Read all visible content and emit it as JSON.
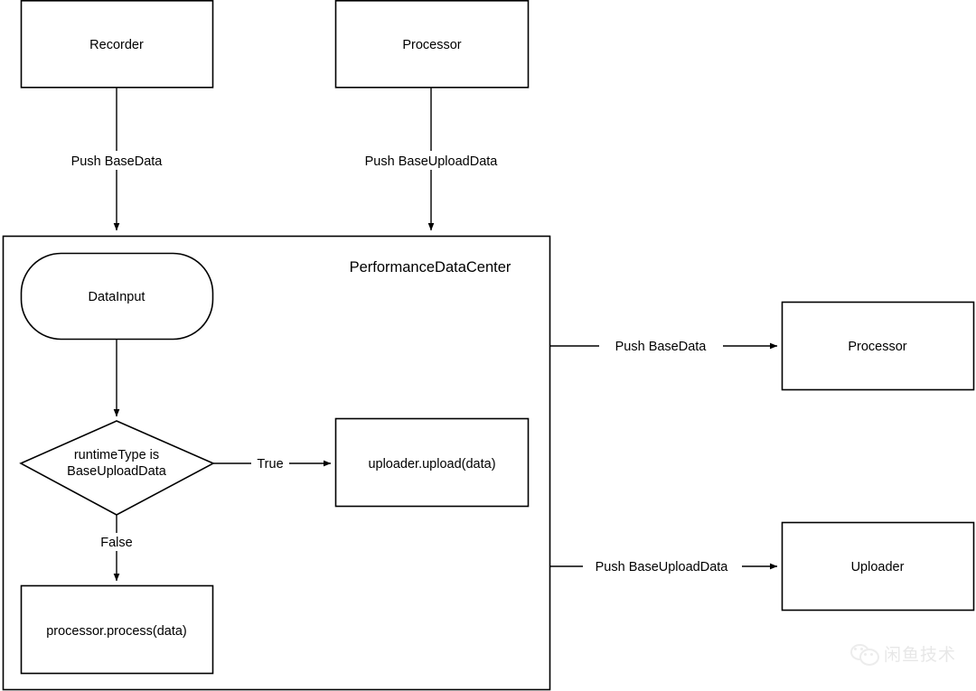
{
  "diagram": {
    "title_text": "PerformanceDataCenter",
    "nodes": {
      "recorder": "Recorder",
      "processor_top": "Processor",
      "data_input": "DataInput",
      "decision": {
        "line1": "runtimeType is",
        "line2": "BaseUploadData"
      },
      "uploader_upload": "uploader.upload(data)",
      "processor_process": "processor.process(data)",
      "processor_right": "Processor",
      "uploader_right": "Uploader"
    },
    "edges": {
      "recorder_to_center": "Push BaseData",
      "processor_to_center": "Push BaseUploadData",
      "decision_true": "True",
      "decision_false": "False",
      "center_to_processor": "Push BaseData",
      "center_to_uploader": "Push BaseUploadData"
    },
    "colors": {
      "stroke": "#000000",
      "fill": "#ffffff",
      "background": "#ffffff"
    }
  },
  "watermark": {
    "text": "闲鱼技术",
    "logo_name": "wechat-logo"
  }
}
